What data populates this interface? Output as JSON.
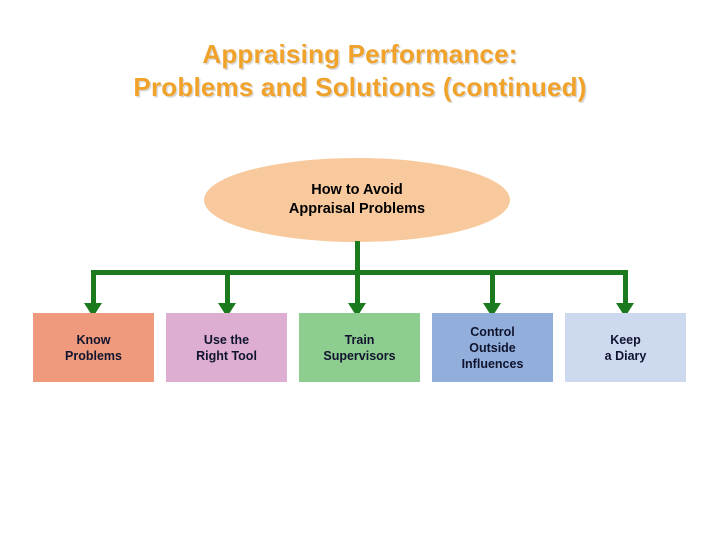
{
  "slide": {
    "title_lines": [
      "Appraising Performance:",
      "Problems and Solutions (continued)"
    ],
    "title_color": "#f0a22b"
  },
  "diagram": {
    "type": "hierarchy-tree",
    "root": {
      "shape": "ellipse",
      "lines": [
        "How to Avoid",
        "Appraisal Problems"
      ],
      "fill": "#f8c99c",
      "text_color": "#000000"
    },
    "connector": {
      "name": "green-tree-connector",
      "color": "#1a7a1d",
      "arrow_count": 5
    },
    "leaves": [
      {
        "lines": [
          "Know",
          "Problems"
        ],
        "fill": "#f09a7d",
        "text_color": "#10142e"
      },
      {
        "lines": [
          "Use the",
          "Right Tool"
        ],
        "fill": "#ddaed2",
        "text_color": "#10142e"
      },
      {
        "lines": [
          "Train",
          "Supervisors"
        ],
        "fill": "#8ecd90",
        "text_color": "#10142e"
      },
      {
        "lines": [
          "Control",
          "Outside",
          "Influences"
        ],
        "fill": "#92aeda",
        "text_color": "#10142e"
      },
      {
        "lines": [
          "Keep",
          "a Diary"
        ],
        "fill": "#cdd9ef",
        "text_color": "#10142e"
      }
    ]
  }
}
